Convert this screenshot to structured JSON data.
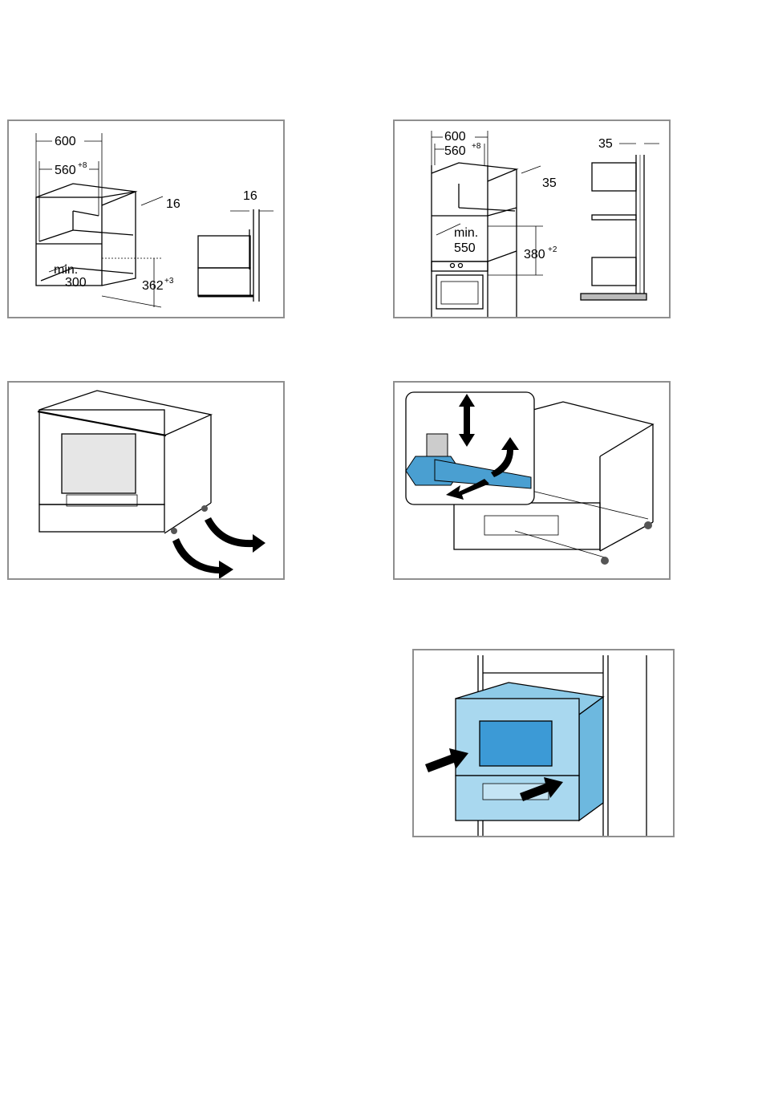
{
  "panel1": {
    "width_outer": "600",
    "width_inner": "560",
    "width_inner_tol": "+8",
    "side_gap": "16",
    "side_gap_detail": "16",
    "min_label": "min.",
    "min_value": "300",
    "height_value": "362",
    "height_tol": "+3"
  },
  "panel2": {
    "width_outer": "600",
    "width_inner": "560",
    "width_inner_tol": "+8",
    "side_gap": "35",
    "side_gap_detail": "35",
    "min_label": "min.",
    "min_value": "550",
    "height_value": "380",
    "height_tol": "+2"
  },
  "colors": {
    "frame": "#8f8f8f",
    "tool_blue": "#4a9fd1",
    "appliance_blue": "#8ecbe8",
    "window_blue": "#3c9ad6"
  },
  "icons": [
    "curved-arrow-icon",
    "double-arrow-icon",
    "insert-arrow-icon"
  ]
}
